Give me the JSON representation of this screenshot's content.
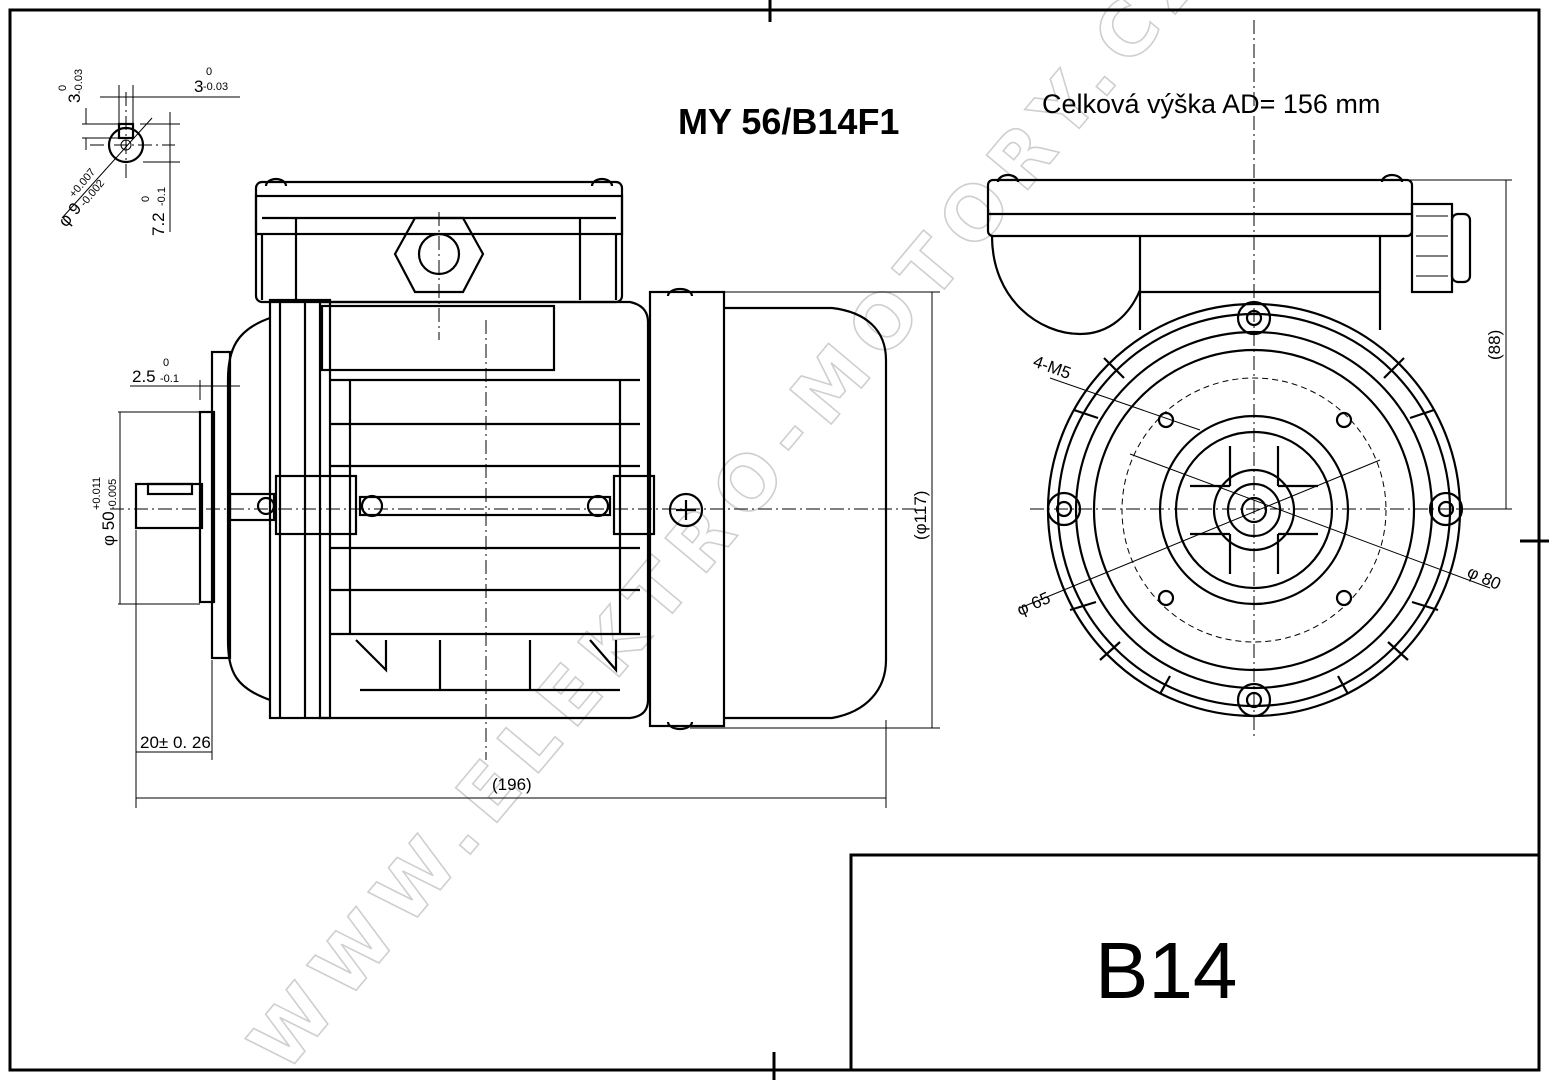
{
  "title": "MY 56/B14F1",
  "subtitle": "Celková výška AD= 156 mm",
  "mounting": "B14",
  "watermark": "WWW.ELEKTRO-MOTORY.CZ",
  "dimensions": {
    "keyway_width": "3",
    "keyway_width_tol_upper": "0",
    "keyway_width_tol_lower": "-0.03",
    "key_depth": "3",
    "key_depth_tol_upper": "0",
    "key_depth_tol_lower": "-0.03",
    "shaft_dia": "φ 9",
    "shaft_dia_tol_upper": "+0.007",
    "shaft_dia_tol_lower": "-0.002",
    "key_height": "7.2",
    "key_height_tol_upper": "0",
    "key_height_tol_lower": "-0.1",
    "flange_spigot": "2.5",
    "flange_spigot_tol_upper": "0",
    "flange_spigot_tol_lower": "-0.1",
    "spigot_dia": "φ 50",
    "spigot_dia_tol_upper": "+0.011",
    "spigot_dia_tol_lower": "-0.005",
    "shaft_length": "20± 0. 26",
    "overall_length": "(196)",
    "housing_dia": "(φ117)",
    "terminal_height": "(88)",
    "holes": "4-M5",
    "pcd_inner": "φ 65",
    "pcd_outer": "φ 80"
  }
}
